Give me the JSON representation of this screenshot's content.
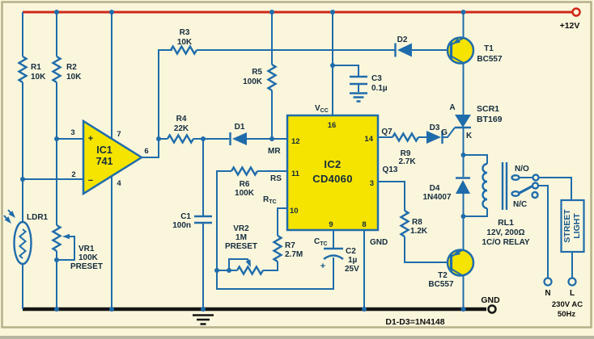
{
  "power": {
    "supply": "+12V",
    "ground": "GND"
  },
  "note": "D1-D3=1N4148",
  "mains": {
    "neutral": "N",
    "live": "L",
    "voltage": "230V AC",
    "frequency": "50Hz"
  },
  "load": {
    "line1": "STREET",
    "line2": "LIGHT"
  },
  "opamp": {
    "ref": "IC1",
    "part": "741",
    "plus": "+",
    "minus": "−",
    "pins": {
      "p2": "2",
      "p3": "3",
      "p4": "4",
      "p6": "6",
      "p7": "7"
    }
  },
  "counter": {
    "ref": "IC2",
    "part": "CD4060",
    "pins": {
      "p3": "3",
      "p8": "8",
      "p9": "9",
      "p10": "10",
      "p11": "11",
      "p12": "12",
      "p14": "14",
      "p16": "16"
    },
    "pin_names": {
      "vcc_main": "V",
      "vcc_sub": "CC",
      "mr": "MR",
      "rs": "RS",
      "rtc_main": "R",
      "rtc_sub": "TC",
      "ctc_main": "C",
      "ctc_sub": "TC",
      "gnd": "GND",
      "q7": "Q7",
      "q13": "Q13"
    }
  },
  "resistors": {
    "r1": {
      "ref": "R1",
      "value": "10K"
    },
    "r2": {
      "ref": "R2",
      "value": "10K"
    },
    "r3": {
      "ref": "R3",
      "value": "10K"
    },
    "r4": {
      "ref": "R4",
      "value": "22K"
    },
    "r5": {
      "ref": "R5",
      "value": "100K"
    },
    "r6": {
      "ref": "R6",
      "value": "100K"
    },
    "r7": {
      "ref": "R7",
      "value": "2.7M"
    },
    "r8": {
      "ref": "R8",
      "value": "1.2K"
    },
    "r9": {
      "ref": "R9",
      "value": "2.7K"
    }
  },
  "presets": {
    "vr1": {
      "ref": "VR1",
      "value": "100K",
      "kind": "PRESET"
    },
    "vr2": {
      "ref": "VR2",
      "value": "1M",
      "kind": "PRESET"
    }
  },
  "capacitors": {
    "c1": {
      "ref": "C1",
      "value": "100n"
    },
    "c2": {
      "ref": "C2",
      "value": "1µ",
      "rating": "25V",
      "polarity": "+"
    },
    "c3": {
      "ref": "C3",
      "value": "0.1µ"
    }
  },
  "diodes": {
    "d1": {
      "ref": "D1"
    },
    "d2": {
      "ref": "D2"
    },
    "d3": {
      "ref": "D3"
    },
    "d4": {
      "ref": "D4",
      "part": "1N4007"
    }
  },
  "ldr": {
    "ref": "LDR1"
  },
  "transistors": {
    "t1": {
      "ref": "T1",
      "part": "BC557"
    },
    "t2": {
      "ref": "T2",
      "part": "BC557"
    }
  },
  "scr": {
    "ref": "SCR1",
    "part": "BT169",
    "anode": "A",
    "gate": "G",
    "cathode": "K"
  },
  "relay": {
    "ref": "RL1",
    "value": "12V, 200Ω",
    "kind": "1C/O RELAY",
    "no": "N/O",
    "nc": "N/C"
  },
  "colors": {
    "wire": "#1f6cab",
    "supply_rail": "#d02818",
    "ground_rail": "#151515",
    "component_fill": "#f5e300",
    "background": "#faf6dc",
    "label": "#142c3e"
  }
}
